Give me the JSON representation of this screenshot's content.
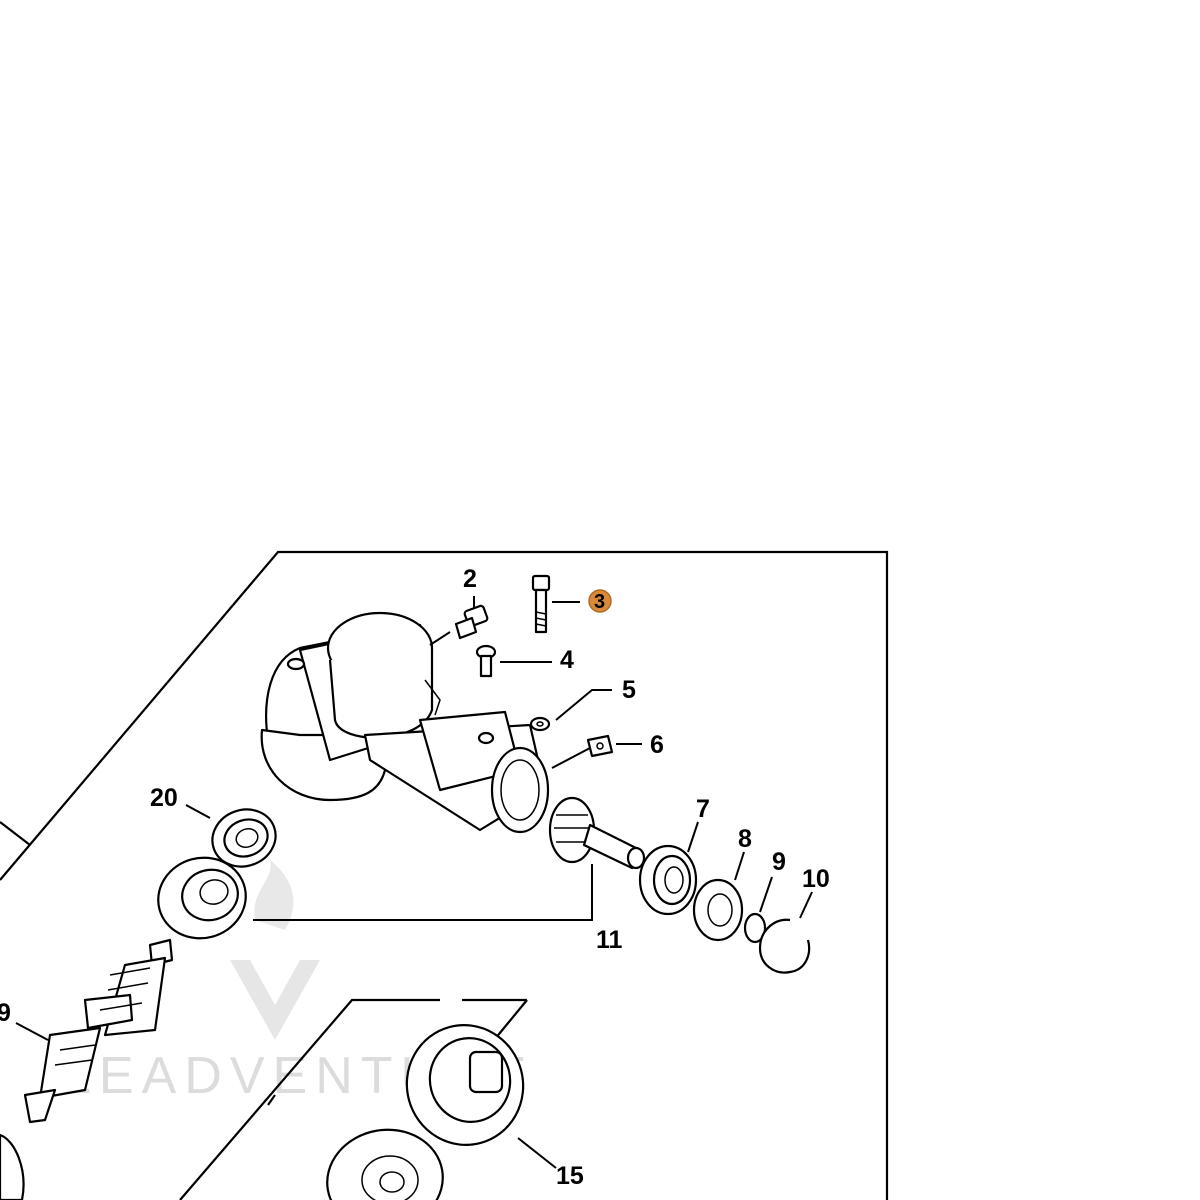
{
  "diagram": {
    "highlight_color": "#d9893a",
    "watermark_text": "LEADVENTURE",
    "callouts": [
      {
        "id": "c2",
        "label": "2"
      },
      {
        "id": "c3",
        "label": "3",
        "highlighted": true
      },
      {
        "id": "c4",
        "label": "4"
      },
      {
        "id": "c5",
        "label": "5"
      },
      {
        "id": "c6",
        "label": "6"
      },
      {
        "id": "c7",
        "label": "7"
      },
      {
        "id": "c8",
        "label": "8"
      },
      {
        "id": "c9",
        "label": "9"
      },
      {
        "id": "c10",
        "label": "10"
      },
      {
        "id": "c11",
        "label": "11"
      },
      {
        "id": "c15",
        "label": "15"
      },
      {
        "id": "c19",
        "label": "9"
      },
      {
        "id": "c20",
        "label": "20"
      }
    ]
  }
}
